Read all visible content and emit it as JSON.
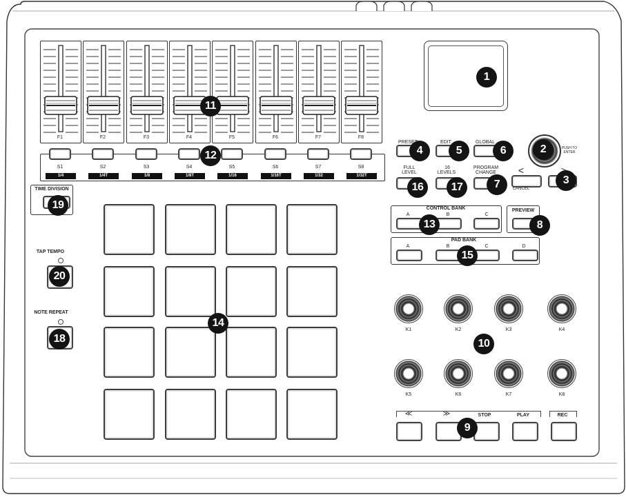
{
  "callouts": {
    "n1": "1",
    "n2": "2",
    "n3": "3",
    "n4": "4",
    "n5": "5",
    "n6": "6",
    "n7": "7",
    "n8": "8",
    "n9": "9",
    "n10": "10",
    "n11": "11",
    "n12": "12",
    "n13": "13",
    "n14": "14",
    "n15": "15",
    "n16": "16",
    "n17": "17",
    "n18": "18",
    "n19": "19",
    "n20": "20"
  },
  "faders": [
    "F1",
    "F2",
    "F3",
    "F4",
    "F5",
    "F6",
    "F7",
    "F8"
  ],
  "s_buttons": [
    "S1",
    "S2",
    "S3",
    "S4",
    "S5",
    "S6",
    "S7",
    "S8"
  ],
  "time_divisions": [
    "1/4",
    "1/4T",
    "1/8",
    "1/8T",
    "1/16",
    "1/16T",
    "1/32",
    "1/32T"
  ],
  "labels": {
    "preset": "PRESET",
    "edit": "EDIT",
    "global": "GLOBAL",
    "push_to_enter_1": "PUSH TO",
    "push_to_enter_2": "ENTER",
    "full_level_1": "FULL",
    "full_level_2": "LEVEL",
    "sixteen_levels_1": "16",
    "sixteen_levels_2": "LEVELS",
    "program_change_1": "PROGRAM",
    "program_change_2": "CHANGE",
    "left_arrow": "<",
    "right_arrow": ">",
    "cancel": "CANCEL",
    "control_bank": "CONTROL BANK",
    "cb_a": "A",
    "cb_b": "B",
    "cb_c": "C",
    "preview": "PREVIEW",
    "pad_bank": "PAD BANK",
    "pb_a": "A",
    "pb_b": "B",
    "pb_c": "C",
    "pb_d": "D",
    "time_division": "TIME DIVISION",
    "tap_tempo": "TAP TEMPO",
    "note_repeat": "NOTE REPEAT",
    "rewind": "≪",
    "fast_forward": "≫",
    "stop": "STOP",
    "play": "PLAY",
    "rec": "REC"
  },
  "knobs": [
    "K1",
    "K2",
    "K3",
    "K4",
    "K5",
    "K6",
    "K7",
    "K8"
  ]
}
